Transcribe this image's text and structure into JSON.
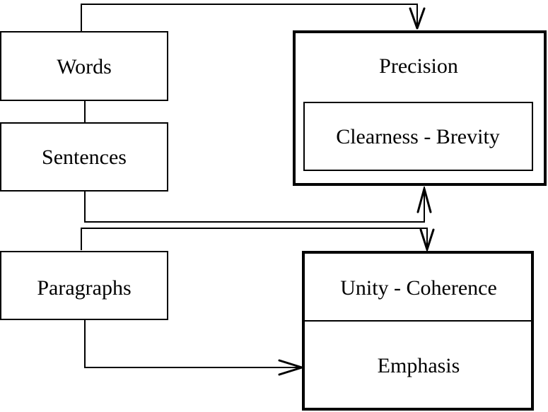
{
  "left_column": {
    "words": "Words",
    "sentences": "Sentences",
    "paragraphs": "Paragraphs"
  },
  "right_top": {
    "title": "Precision",
    "inner": "Clearness - Brevity"
  },
  "right_bottom": {
    "top": "Unity - Coherence",
    "bottom": "Emphasis"
  }
}
